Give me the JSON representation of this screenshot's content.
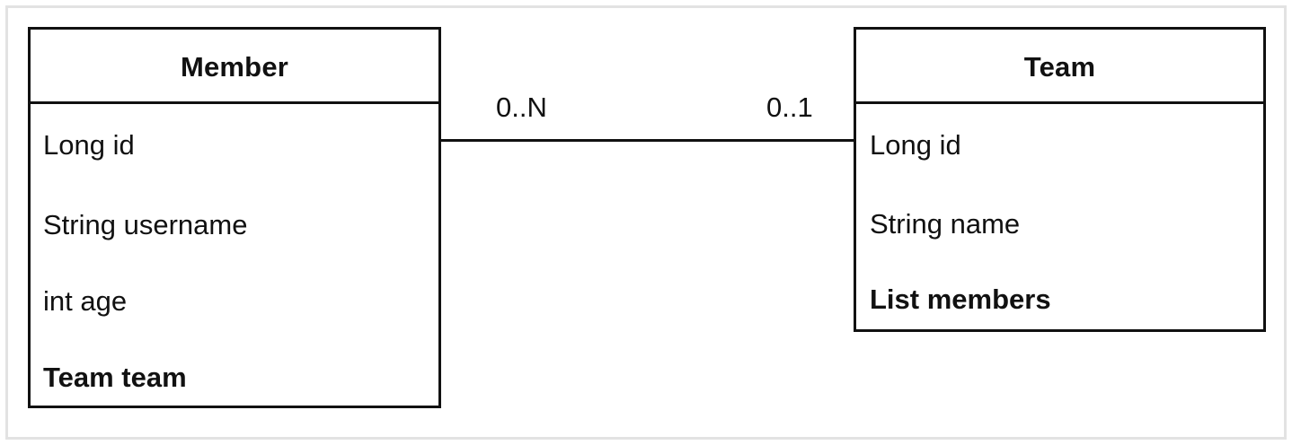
{
  "diagram": {
    "type": "uml-class-diagram",
    "classes": [
      {
        "name": "Member",
        "attributes": [
          {
            "text": "Long id",
            "bold": false
          },
          {
            "text": "String username",
            "bold": false
          },
          {
            "text": "int age",
            "bold": false
          },
          {
            "text": "Team team",
            "bold": true
          }
        ]
      },
      {
        "name": "Team",
        "attributes": [
          {
            "text": "Long id",
            "bold": false
          },
          {
            "text": "String name",
            "bold": false
          },
          {
            "text": "List members",
            "bold": true
          }
        ]
      }
    ],
    "association": {
      "source_multiplicity": "0..N",
      "target_multiplicity": "0..1"
    },
    "colors": {
      "line": "#111111",
      "text": "#111111",
      "background": "#ffffff",
      "frame": "#e2e2e2"
    }
  }
}
